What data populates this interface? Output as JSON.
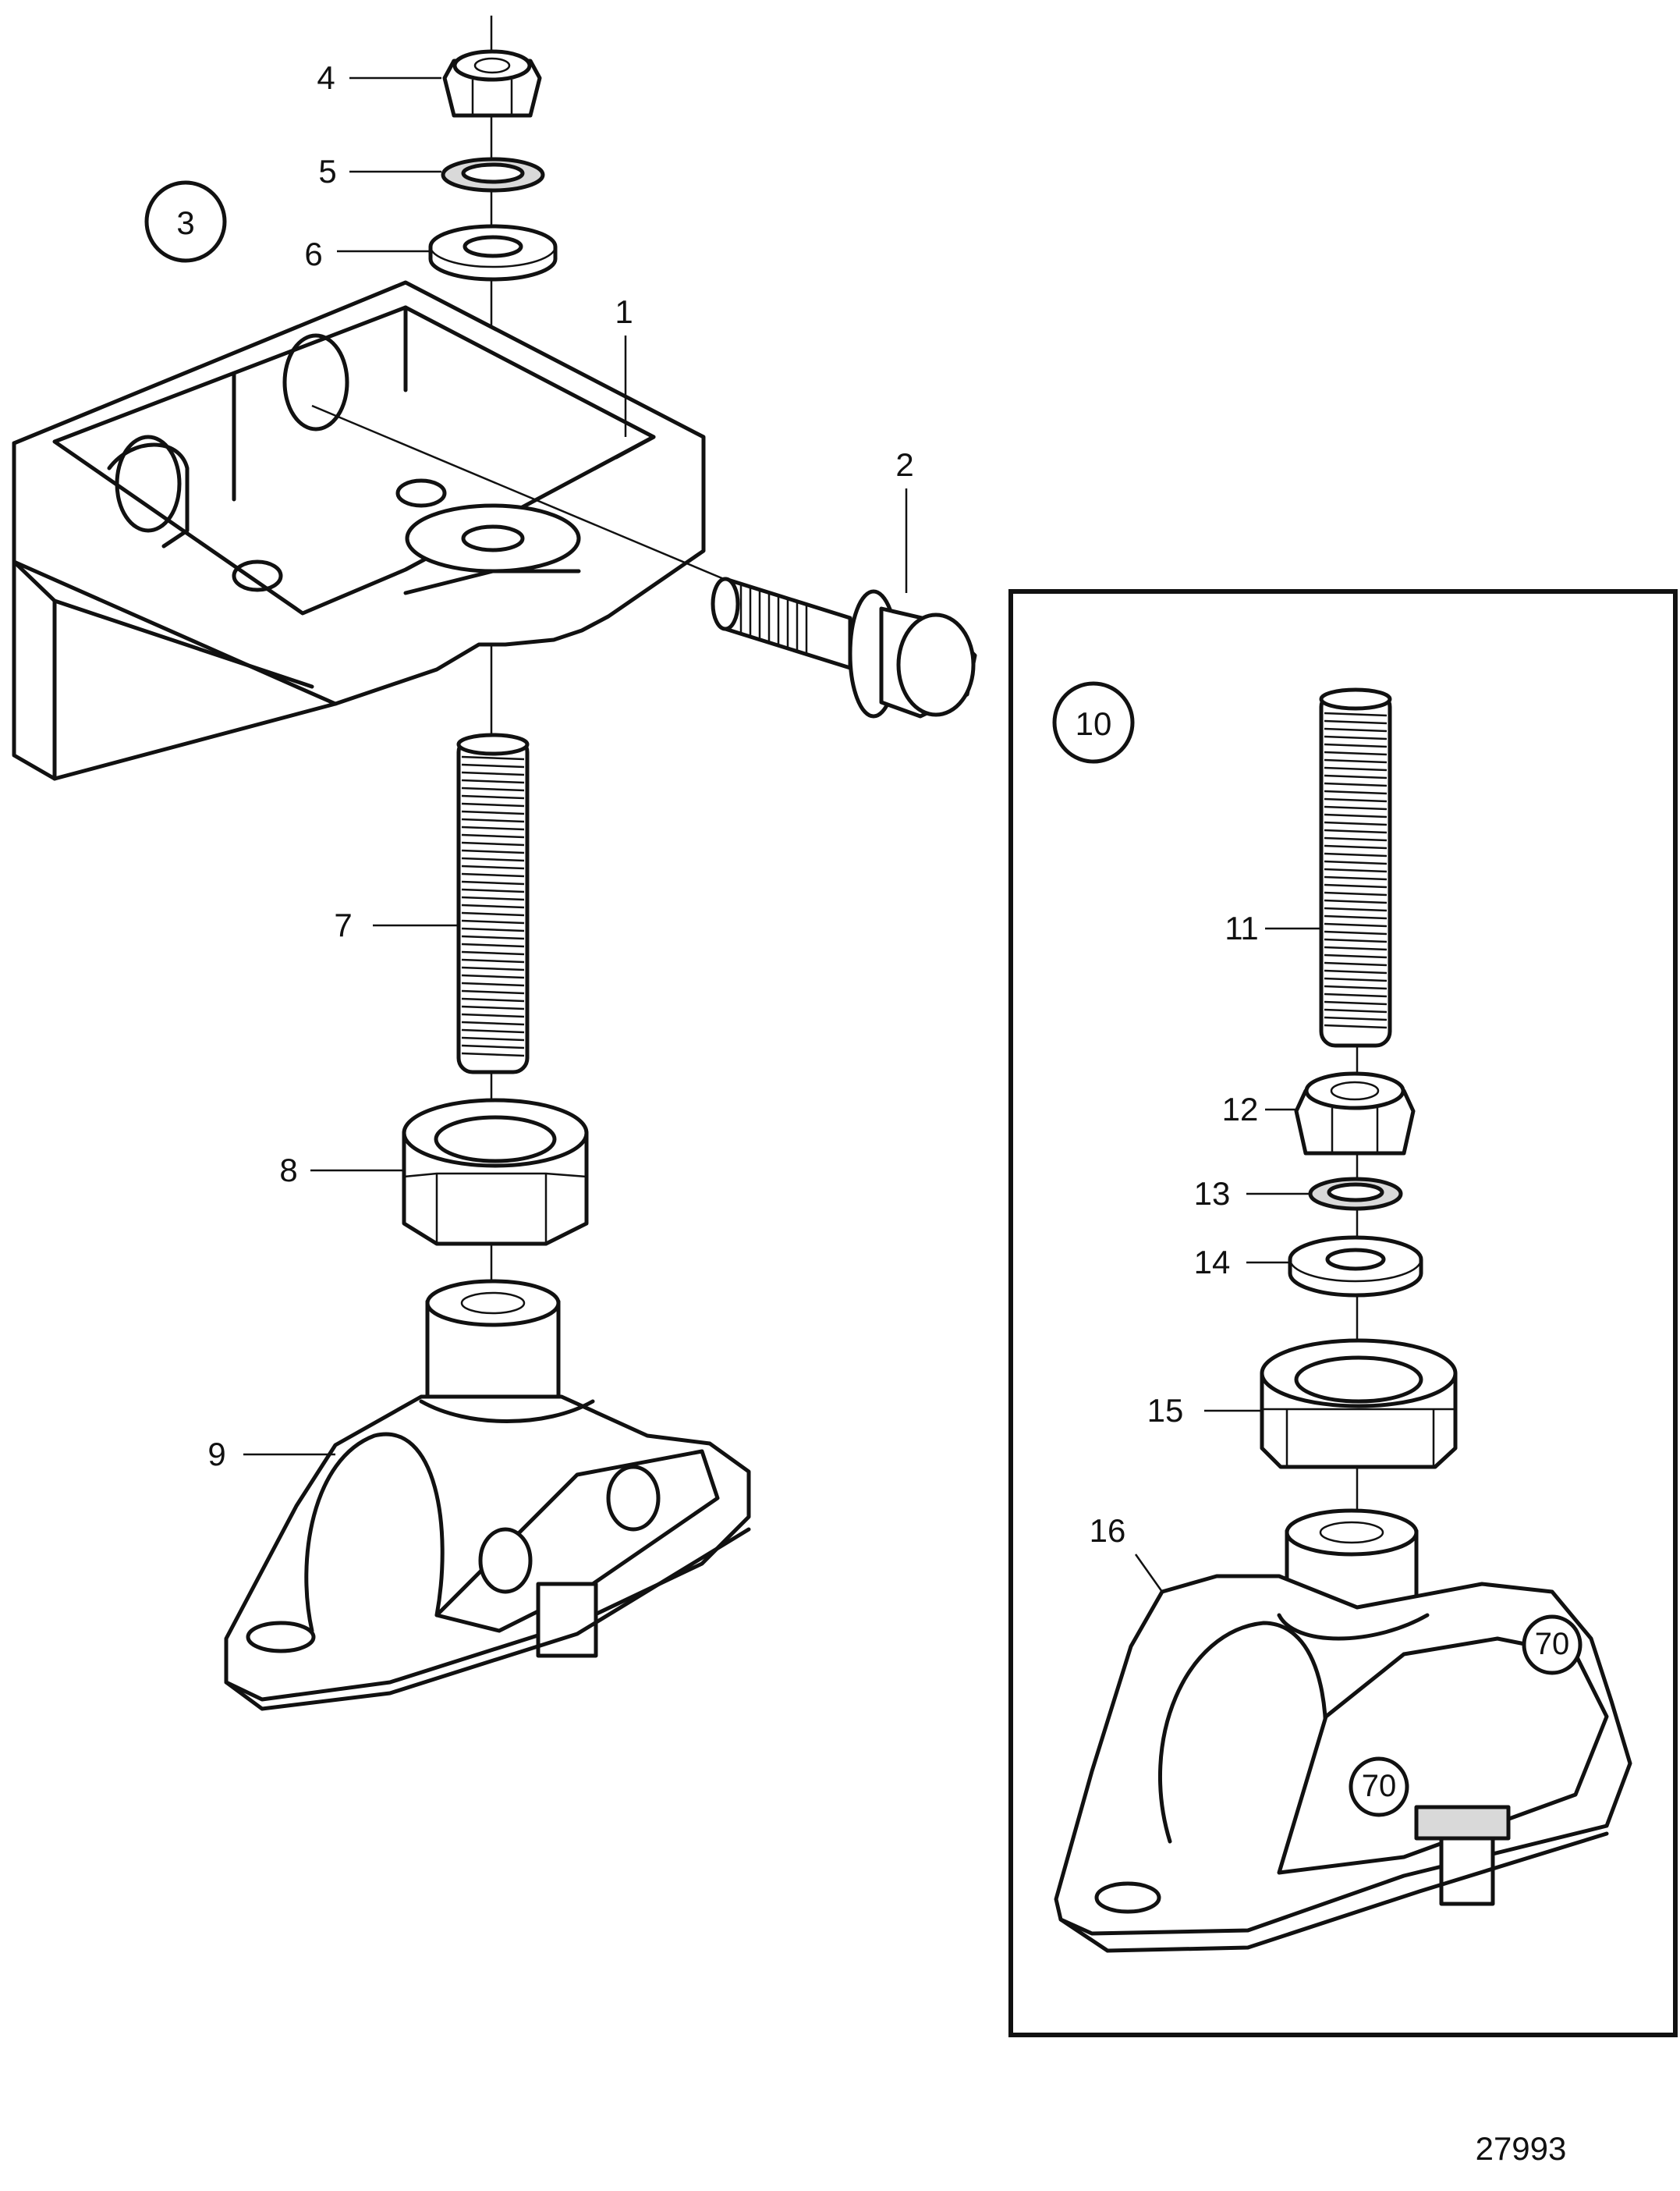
{
  "diagram": {
    "figure_number": "27993",
    "group_markers": [
      "3",
      "10"
    ],
    "part_labels": [
      "1",
      "2",
      "4",
      "5",
      "6",
      "7",
      "8",
      "9",
      "11",
      "12",
      "13",
      "14",
      "15",
      "16"
    ],
    "insert_plate_text": "70"
  }
}
